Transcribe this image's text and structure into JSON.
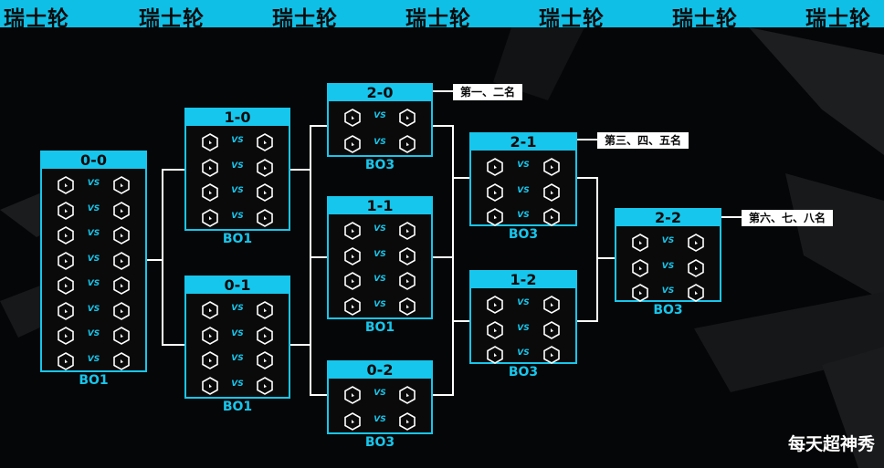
{
  "banner": {
    "title": "瑞士轮"
  },
  "rounds": [
    {
      "record": "0-0",
      "format": "BO1",
      "matches": 8
    },
    {
      "record": "1-0",
      "format": "BO1",
      "matches": 4
    },
    {
      "record": "0-1",
      "format": "BO1",
      "matches": 4
    },
    {
      "record": "2-0",
      "format": "BO3",
      "matches": 2
    },
    {
      "record": "1-1",
      "format": "BO1",
      "matches": 4
    },
    {
      "record": "0-2",
      "format": "BO3",
      "matches": 2
    },
    {
      "record": "2-1",
      "format": "BO3",
      "matches": 3
    },
    {
      "record": "1-2",
      "format": "BO3",
      "matches": 3
    },
    {
      "record": "2-2",
      "format": "BO3",
      "matches": 3
    }
  ],
  "vs_label": "VS",
  "placements": [
    "第一、二名",
    "第三、四、五名",
    "第六、七、八名"
  ],
  "watermark": "每天超神秀",
  "colors": {
    "accent": "#17c6ec",
    "background": "#050607",
    "banner": "#10bfe6",
    "lines": "#ffffff"
  }
}
